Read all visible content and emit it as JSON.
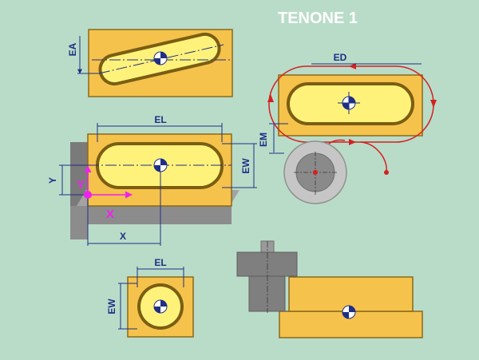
{
  "title": "TENONE 1",
  "labels": {
    "ea": "EA",
    "ed": "ED",
    "em": "EM",
    "el_main": "EL",
    "ew_main": "EW",
    "y_dim": "Y",
    "x_dim": "X",
    "axis_y": "Y",
    "axis_x": "X",
    "el_small": "EL",
    "ew_small": "EW"
  },
  "colors": {
    "background": "#b9dcc8",
    "block_fill": "#f5c24c",
    "block_stroke": "#8a6a1a",
    "tenon_fill": "#fff27a",
    "tenon_stroke": "#7a5e12",
    "dimension": "#1f2f86",
    "path": "#d42020",
    "axis": "#ee22ee",
    "tool": "#7f7f7f",
    "title": "#ffffff"
  }
}
